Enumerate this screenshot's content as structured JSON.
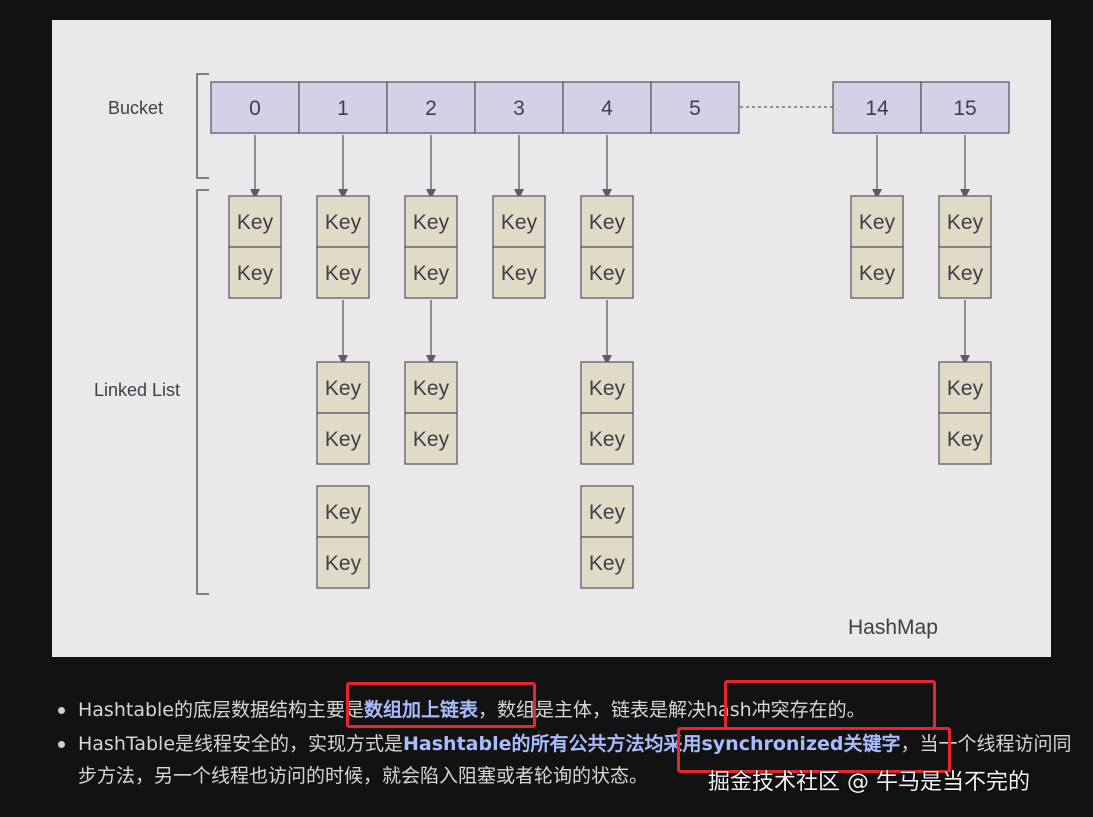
{
  "diagram": {
    "labels": {
      "bucket": "Bucket",
      "linked_list": "Linked List",
      "caption": "HashMap"
    },
    "buckets": [
      "0",
      "1",
      "2",
      "3",
      "4",
      "5",
      "14",
      "15"
    ],
    "key_label": "Key",
    "chains": [
      {
        "bucket": "0",
        "nodes": 1
      },
      {
        "bucket": "1",
        "nodes": 3
      },
      {
        "bucket": "2",
        "nodes": 2
      },
      {
        "bucket": "3",
        "nodes": 1
      },
      {
        "bucket": "4",
        "nodes": 3
      },
      {
        "bucket": "5",
        "nodes": 0
      },
      {
        "bucket": "14",
        "nodes": 1
      },
      {
        "bucket": "15",
        "nodes": 2
      }
    ],
    "colors": {
      "bucket_fill": "#d2d1e6",
      "key_fill": "#e0dbc6",
      "background": "#e9e9ec"
    }
  },
  "notes": {
    "item1": {
      "t1": "Hashtable的底层数据结构主要是",
      "h1": "数组加上链表",
      "t2": "，数组是主体，链表是解决hash冲突存在的。"
    },
    "item2": {
      "t1": "HashTable是线程安全的，实现方式是",
      "h1": "Hashtable的所有公共方法均采用synchronized关键字",
      "t2": "，当一个线程访问同步方法，另一个线程也访问的时候，就会陷入阻塞或者轮询的状态。"
    }
  },
  "watermark": "掘金技术社区 @ 牛马是当不完的",
  "highlight_color": "#e5262d"
}
